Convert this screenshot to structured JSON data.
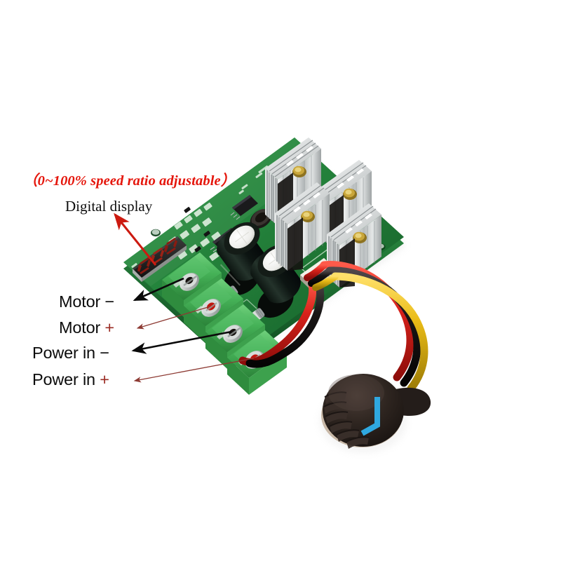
{
  "image": {
    "subject": "PWM DC motor speed controller board",
    "background_color": "#ffffff"
  },
  "annotations": {
    "title_note": {
      "text": "（0~100% speed ratio adjustable）",
      "color": "#e5160c"
    },
    "digital_display": {
      "label": "Digital display",
      "color": "#111111",
      "arrow_color": "#cc1a10"
    },
    "terminals": [
      {
        "name": "Motor",
        "sign": "−",
        "sign_kind": "negative",
        "arrow_color": "#0a0a0a"
      },
      {
        "name": "Motor",
        "sign": "+",
        "sign_kind": "positive",
        "arrow_color": "#8d3a33"
      },
      {
        "name": "Power in",
        "sign": "−",
        "sign_kind": "negative",
        "arrow_color": "#0a0a0a"
      },
      {
        "name": "Power in",
        "sign": "+",
        "sign_kind": "positive",
        "arrow_color": "#8d3a33"
      }
    ]
  },
  "board": {
    "pcb_color": "#1f7a32",
    "pcb_color_light": "#2f9a46",
    "silkscreen_color": "#e8f3e8",
    "display": {
      "type": "3-digit 7-segment LED",
      "digits": [
        "8",
        "8",
        "8"
      ],
      "segment_color": "#b71d12",
      "bezel_color": "#1a1a1a"
    },
    "terminal_blocks": {
      "count": 4,
      "color": "#49b85a",
      "screw_color": "#cfd4d2"
    },
    "heatsinks": {
      "count": 4,
      "color": "#c9cccd",
      "screw_color": "#a8832c"
    },
    "capacitors": {
      "count": 2,
      "body_color": "#121a16",
      "top_color": "#f2f2ee"
    },
    "connector": {
      "type": "JST white header",
      "color": "#efece2"
    },
    "wires": [
      {
        "name": "red-wire",
        "color": "#d4211c"
      },
      {
        "name": "black-wire",
        "color": "#16130f"
      },
      {
        "name": "yellow-wire",
        "color": "#e8bb18"
      }
    ],
    "knob": {
      "name": "potentiometer-knob",
      "body_color": "#2b2320",
      "indicator_color": "#2fa8e0"
    }
  }
}
